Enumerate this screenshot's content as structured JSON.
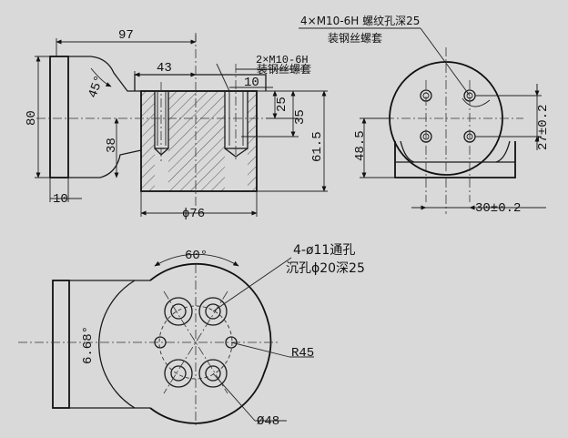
{
  "colors": {
    "background": "#d9d9d9",
    "line": "#1a1a1a",
    "hatch": "#444444"
  },
  "front_view": {
    "dim_97": "97",
    "dim_43": "43",
    "dim_80": "80",
    "dim_45": "45°",
    "dim_38": "38",
    "dim_10_left": "10",
    "dim_10_top": "10",
    "dim_25": "25",
    "dim_35": "35",
    "dim_61_5": "61.5",
    "dim_phi76": "ɸ76",
    "thread_note_line1": "2×M10-6H",
    "thread_note_line2": "装钢丝螺套"
  },
  "side_view": {
    "thread_note_line1": "4×M10-6H 螺纹孔深25",
    "thread_note_line2": "装钢丝螺套",
    "dim_48_5": "48.5",
    "dim_27": "27±0.2",
    "dim_30": "30±0.2"
  },
  "top_view": {
    "angle_60": "60°",
    "hole_note_line1": "4-ø11通孔",
    "hole_note_line2": "沉孔ɸ20深25",
    "dim_6_68": "6.68°",
    "dim_R45": "R45",
    "dim_phi48": "Ø48"
  }
}
